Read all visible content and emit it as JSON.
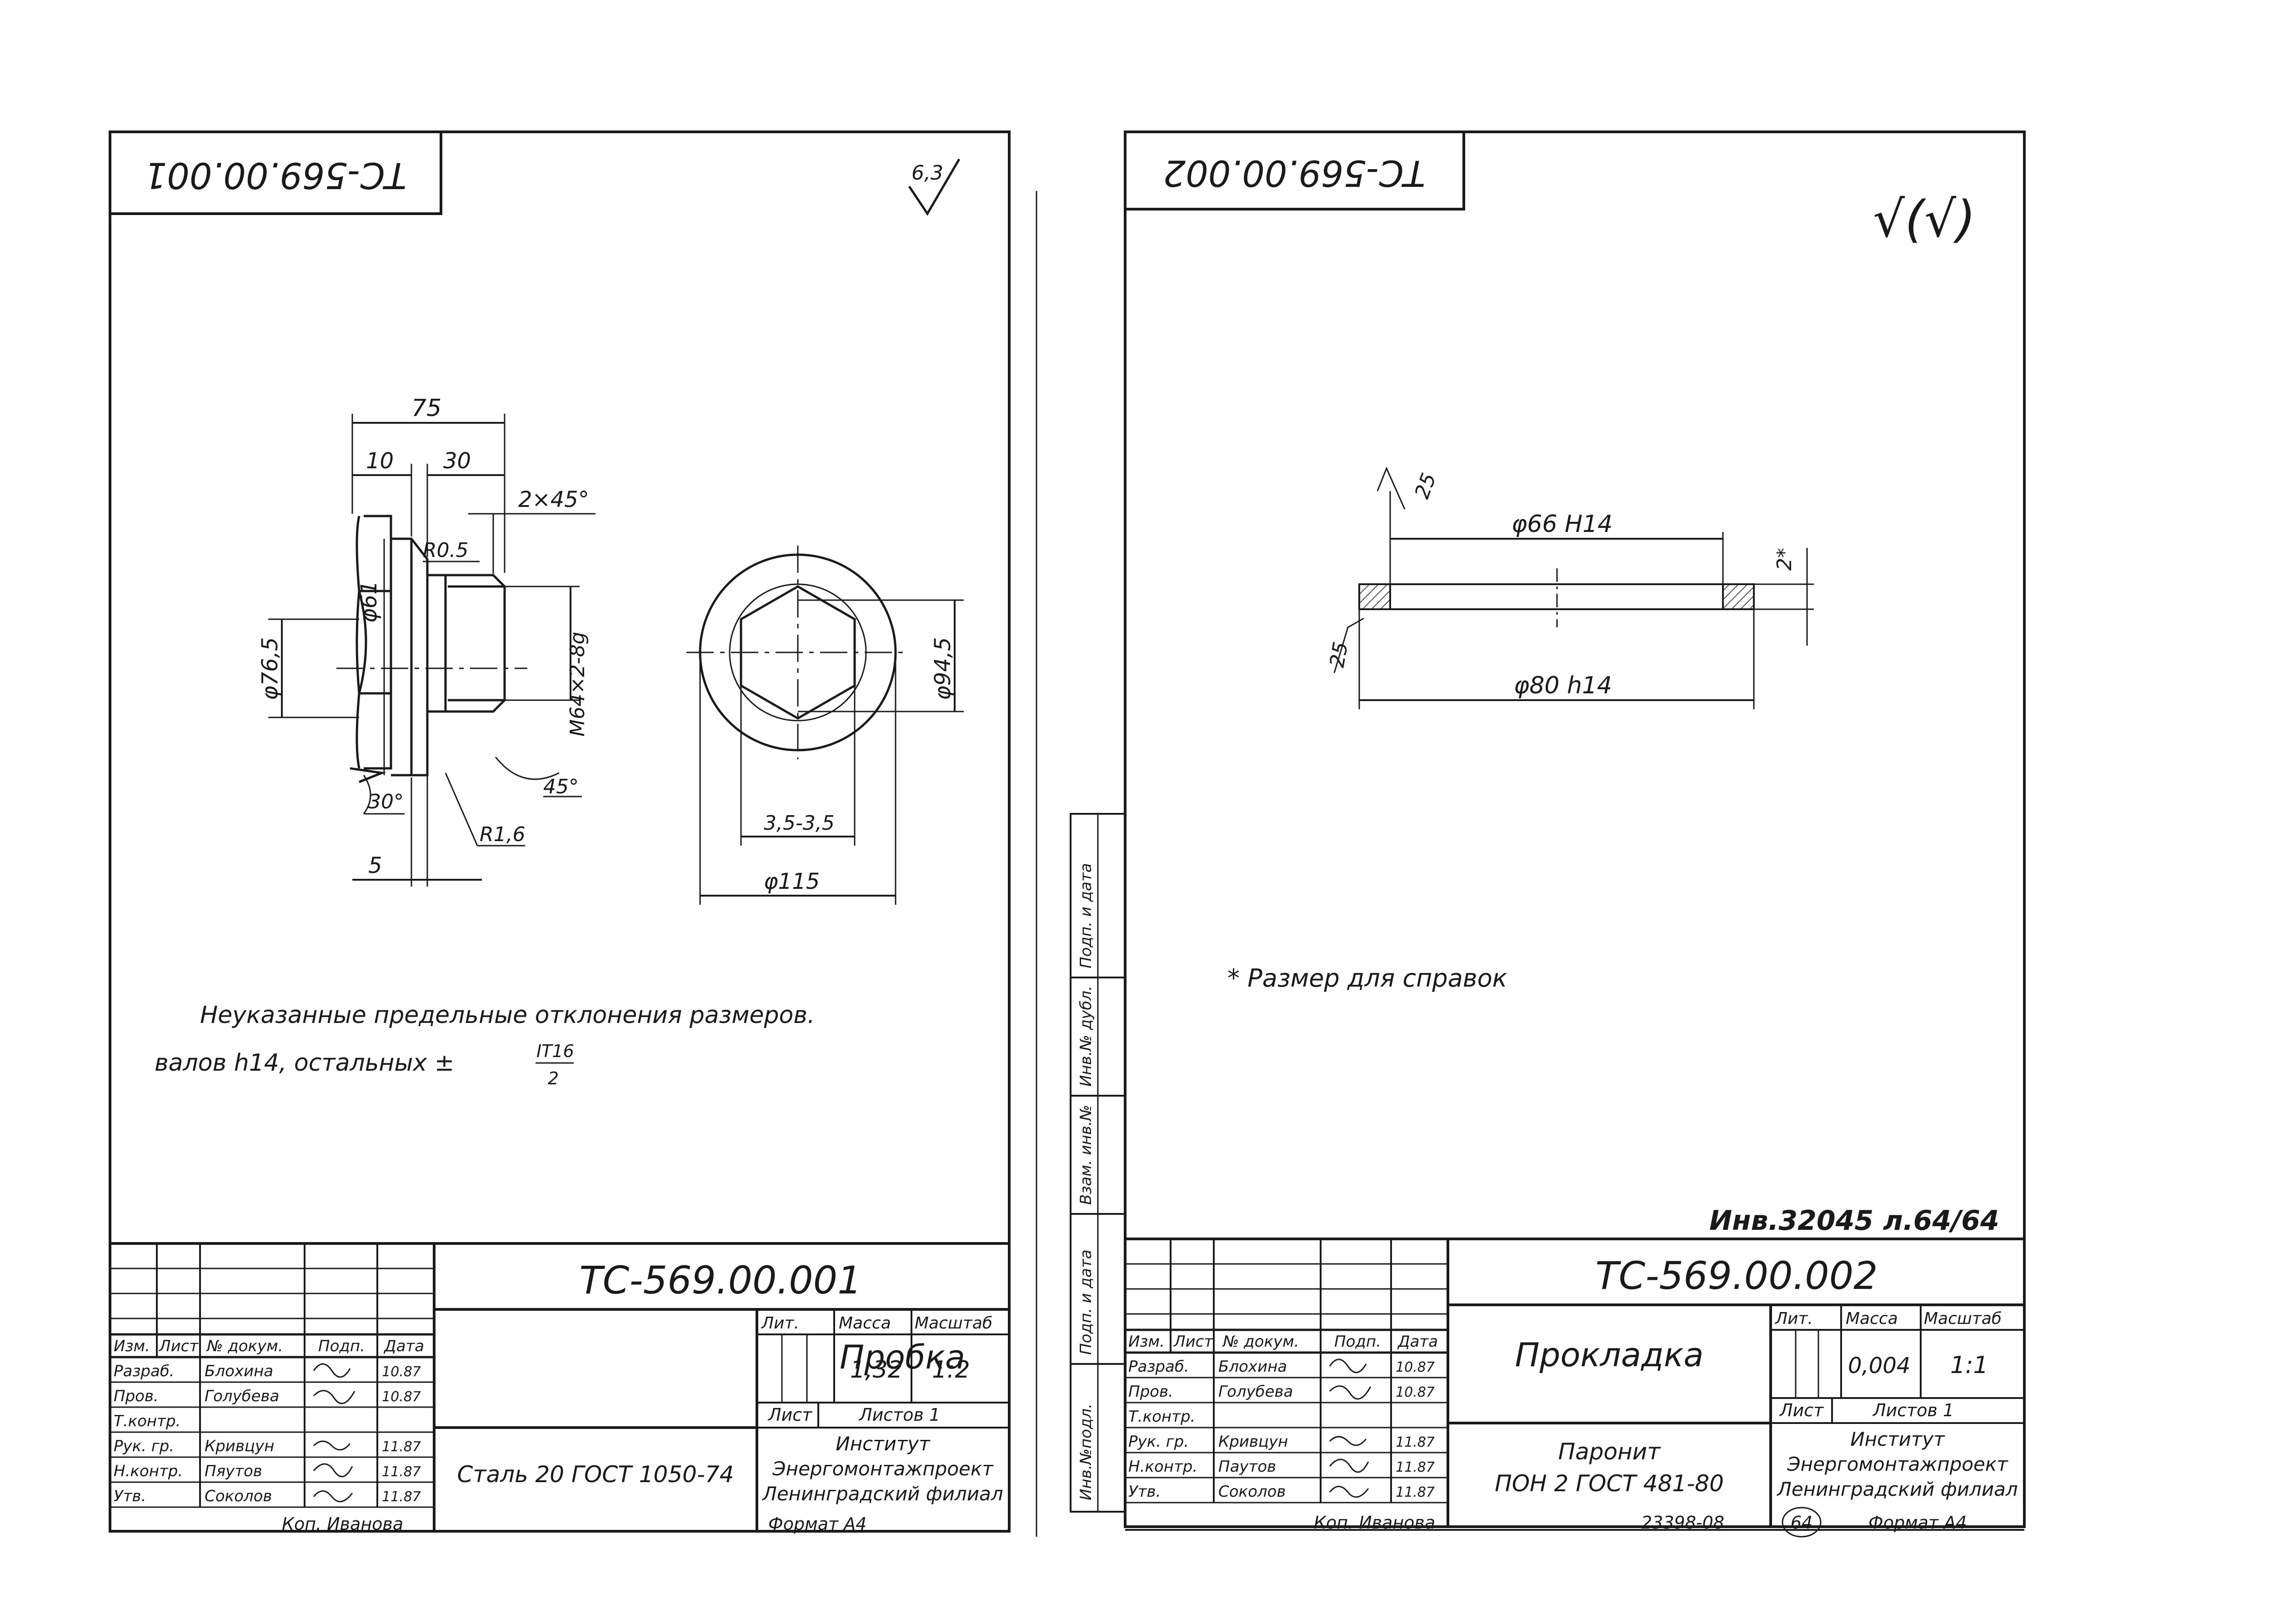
{
  "sheet_left": {
    "stamp_code": "ТС-569.00.001",
    "roughness_mark": "6,3",
    "dimensions": {
      "overall_length": "75",
      "head_length": "10",
      "thread_length": "30",
      "chamfer": "2×45°",
      "flange_dia": "φ61",
      "radius_small": "R0.5",
      "across_corners": "φ76,5",
      "thread": "М64×2-8g",
      "angle_30": "30°",
      "angle_45": "45°",
      "radius_large": "R1,6",
      "undercut": "5",
      "outer_dia": "φ94,5",
      "depth_range": "3,5-3,5",
      "base_dia": "φ115"
    },
    "note_line1": "Неуказанные предельные отклонения размеров.",
    "note_line2": "валов h14, остальных ±",
    "note_fraction_num": "IT16",
    "note_fraction_den": "2",
    "title_block": {
      "designation": "ТС-569.00.001",
      "part_name": "Пробка",
      "material": "Сталь 20 ГОСТ 1050-74",
      "lit_label": "Лит.",
      "mass_label": "Масса",
      "scale_label": "Масштаб",
      "mass_value": "1,32",
      "scale_value": "1:2",
      "sheet_label": "Лист",
      "sheets_label": "Листов 1",
      "org_line1": "Институт",
      "org_line2": "Энергомонтажпроект",
      "org_line3": "Ленинградский филиал",
      "header_izm": "Изм.",
      "header_list": "Лист",
      "header_doc": "№ докум.",
      "header_sign": "Подп.",
      "header_date": "Дата",
      "rows": [
        {
          "role": "Разраб.",
          "name": "Блохина",
          "date": "10.87"
        },
        {
          "role": "Пров.",
          "name": "Голубева",
          "date": "10.87"
        },
        {
          "role": "Т.контр.",
          "name": "",
          "date": ""
        },
        {
          "role": "Рук. гр.",
          "name": "Кривцун",
          "date": "11.87"
        },
        {
          "role": "Н.контр.",
          "name": "Пяутов",
          "date": "11.87"
        },
        {
          "role": "Утв.",
          "name": "Соколов",
          "date": "11.87"
        }
      ]
    },
    "copied_by": "Коп. Иванова",
    "format": "Формат А4"
  },
  "sheet_right": {
    "stamp_code": "ТС-569.00.002",
    "roughness_mark": "√(√)",
    "dimensions": {
      "rough_top": "25",
      "inner_dia": "φ66 Н14",
      "thickness": "2*",
      "rough_left": "25",
      "outer_dia": "φ80 h14"
    },
    "footnote": "* Размер для справок",
    "inventory_mark": "Инв.32045 л.64/64",
    "side_stamp": [
      "Инв.№подл.",
      "Подп. и дата",
      "Взам. инв.№",
      "Инв.№ дубл.",
      "Подп. и дата"
    ],
    "title_block": {
      "designation": "ТС-569.00.002",
      "part_name": "Прокладка",
      "material_line1": "Паронит",
      "material_line2": "ПОН 2 ГОСТ 481-80",
      "lit_label": "Лит.",
      "mass_label": "Масса",
      "scale_label": "Масштаб",
      "mass_value": "0,004",
      "scale_value": "1:1",
      "sheet_label": "Лист",
      "sheets_label": "Листов 1",
      "org_line1": "Институт",
      "org_line2": "Энергомонтажпроект",
      "org_line3": "Ленинградский филиал",
      "header_izm": "Изм.",
      "header_list": "Лист",
      "header_doc": "№ докум.",
      "header_sign": "Подп.",
      "header_date": "Дата",
      "rows": [
        {
          "role": "Разраб.",
          "name": "Блохина",
          "date": "10.87"
        },
        {
          "role": "Пров.",
          "name": "Голубева",
          "date": "10.87"
        },
        {
          "role": "Т.контр.",
          "name": "",
          "date": ""
        },
        {
          "role": "Рук. гр.",
          "name": "Кривцун",
          "date": "11.87"
        },
        {
          "role": "Н.контр.",
          "name": "Паутов",
          "date": "11.87"
        },
        {
          "role": "Утв.",
          "name": "Соколов",
          "date": "11.87"
        }
      ]
    },
    "copied_by": "Коп. Иванова",
    "order_number": "23398-08",
    "page_number": "64",
    "format": "Формат А4"
  }
}
